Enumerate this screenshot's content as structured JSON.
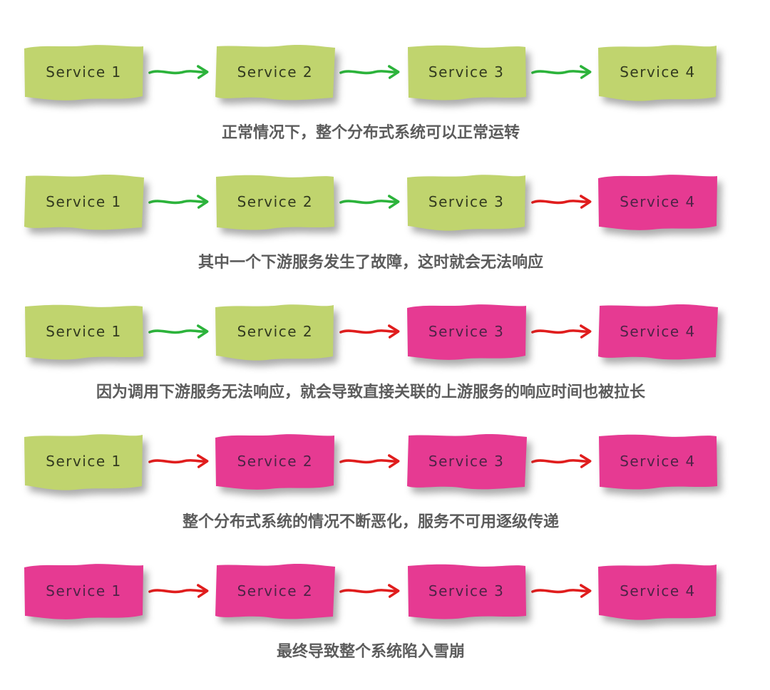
{
  "diagram_title": "service-avalanche-cascade",
  "colors": {
    "background": "#ffffff",
    "node_ok_fill": "#c0d46e",
    "node_ok_text": "#333b1f",
    "node_fail_fill": "#e63a92",
    "node_fail_text": "#4f2347",
    "arrow_ok": "#2cb33b",
    "arrow_fail": "#e01d1d",
    "caption_text": "#5c5c5c"
  },
  "rows": [
    {
      "caption": "正常情况下，整个分布式系统可以正常运转",
      "nodes": [
        {
          "label": "Service 1",
          "state": "ok"
        },
        {
          "label": "Service 2",
          "state": "ok"
        },
        {
          "label": "Service 3",
          "state": "ok"
        },
        {
          "label": "Service 4",
          "state": "ok"
        }
      ],
      "arrows": [
        "ok",
        "ok",
        "ok"
      ]
    },
    {
      "caption": "其中一个下游服务发生了故障，这时就会无法响应",
      "nodes": [
        {
          "label": "Service 1",
          "state": "ok"
        },
        {
          "label": "Service 2",
          "state": "ok"
        },
        {
          "label": "Service 3",
          "state": "ok"
        },
        {
          "label": "Service 4",
          "state": "fail"
        }
      ],
      "arrows": [
        "ok",
        "ok",
        "fail"
      ]
    },
    {
      "caption": "因为调用下游服务无法响应，就会导致直接关联的上游服务的响应时间也被拉长",
      "nodes": [
        {
          "label": "Service 1",
          "state": "ok"
        },
        {
          "label": "Service 2",
          "state": "ok"
        },
        {
          "label": "Service 3",
          "state": "fail"
        },
        {
          "label": "Service 4",
          "state": "fail"
        }
      ],
      "arrows": [
        "ok",
        "fail",
        "fail"
      ]
    },
    {
      "caption": "整个分布式系统的情况不断恶化，服务不可用逐级传递",
      "nodes": [
        {
          "label": "Service 1",
          "state": "ok"
        },
        {
          "label": "Service 2",
          "state": "fail"
        },
        {
          "label": "Service 3",
          "state": "fail"
        },
        {
          "label": "Service 4",
          "state": "fail"
        }
      ],
      "arrows": [
        "fail",
        "fail",
        "fail"
      ]
    },
    {
      "caption": "最终导致整个系统陷入雪崩",
      "nodes": [
        {
          "label": "Service 1",
          "state": "fail"
        },
        {
          "label": "Service 2",
          "state": "fail"
        },
        {
          "label": "Service 3",
          "state": "fail"
        },
        {
          "label": "Service 4",
          "state": "fail"
        }
      ],
      "arrows": [
        "fail",
        "fail",
        "fail"
      ]
    }
  ]
}
